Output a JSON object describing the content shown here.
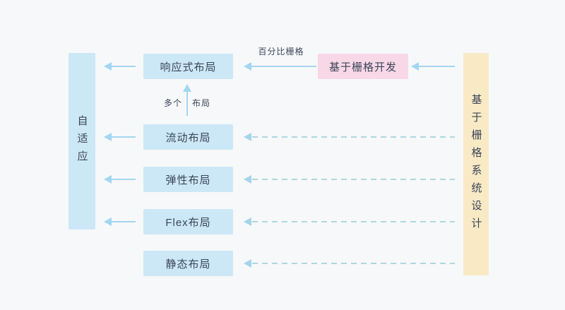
{
  "diagram": {
    "adaptive_box": {
      "label": "自适应"
    },
    "grid_system_box": {
      "label": "基于栅格系统设计"
    },
    "grid_dev_box": {
      "label": "基于栅格开发"
    },
    "layout_boxes": [
      {
        "label": "响应式布局"
      },
      {
        "label": "流动布局"
      },
      {
        "label": "弹性布局"
      },
      {
        "label": "Flex布局"
      },
      {
        "label": "静态布局"
      }
    ],
    "arrow_labels": {
      "percent_grid": "百分比栅格",
      "multi": "多个",
      "layout": "布局"
    }
  },
  "colors": {
    "background": "#f7f8f9",
    "blue_box": "#cce8f7",
    "pink_box": "#f8d7e7",
    "yellow_box": "#f9eac6",
    "solid_arrow": "#a3d6f1",
    "dashed_arrow": "#aed7de",
    "text": "#3b4559"
  }
}
